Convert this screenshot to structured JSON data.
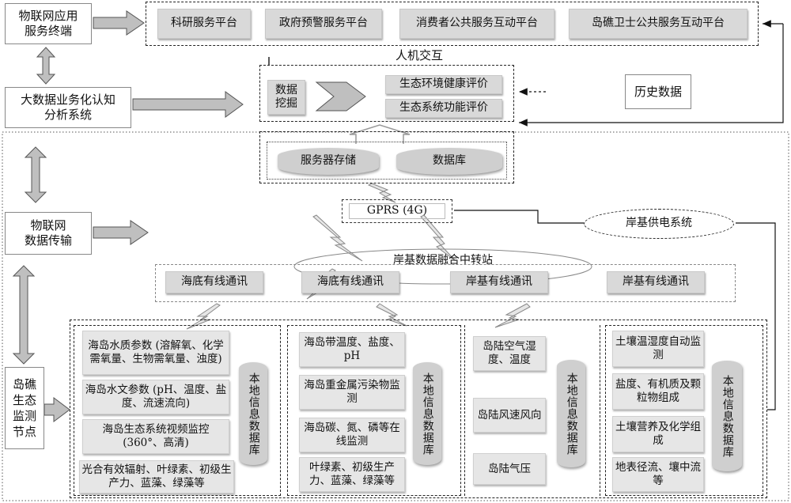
{
  "left_blocks": {
    "iot_terminal": "物联网应用\n服务终端",
    "bigdata_system": "大数据业务化认知\n分析系统",
    "iot_transmission": "物联网\n数据传输",
    "reef_node": "岛礁\n生态\n监测\n节点"
  },
  "top_platforms": [
    "科研服务平台",
    "政府预警服务平台",
    "消费者公共服务互动平台",
    "岛礁卫士公共服务互动平台"
  ],
  "interaction": {
    "title": "人机交互",
    "data_mining": "数据\n挖掘",
    "eval1": "生态环境健康评价",
    "eval2": "生态系统功能评价",
    "storage": "服务器存储",
    "database": "数据库"
  },
  "history": "历史数据",
  "gprs": "GPRS (4G)",
  "shore_power": "岸基供电系统",
  "relay_station": "岸基数据融合中转站",
  "comms": [
    "海底有线通讯",
    "海底有线通讯",
    "岸基有线通讯",
    "岸基有线通讯"
  ],
  "local_db": "本地信息数据库",
  "groups": [
    {
      "items": [
        "海岛水质参数 (溶解氧、化学需氧量、生物需氧量、浊度)",
        "海岛水文参数 (pH、温度、盐度、流速流向)",
        "海岛生态系统视频监控 (360°、高清)",
        "光合有效辐射、叶绿素、初级生产力、蓝藻、绿藻等"
      ]
    },
    {
      "items": [
        "海岛带温度、盐度、pH",
        "海岛重金属污染物监测",
        "海岛碳、氮、磷等在线监测",
        "叶绿素、初级生产力、蓝藻、绿藻等"
      ]
    },
    {
      "items": [
        "岛陆空气湿度、温度",
        "岛陆风速风向",
        "岛陆气压"
      ]
    },
    {
      "items": [
        "土壤温湿度自动监测",
        "盐度、有机质及颗粒物组成",
        "土壤营养及化学组成",
        "地表径流、壤中流等"
      ]
    }
  ],
  "colors": {
    "box_gray": "#d9d9d9",
    "arrow_gray": "#bfbfbf"
  }
}
